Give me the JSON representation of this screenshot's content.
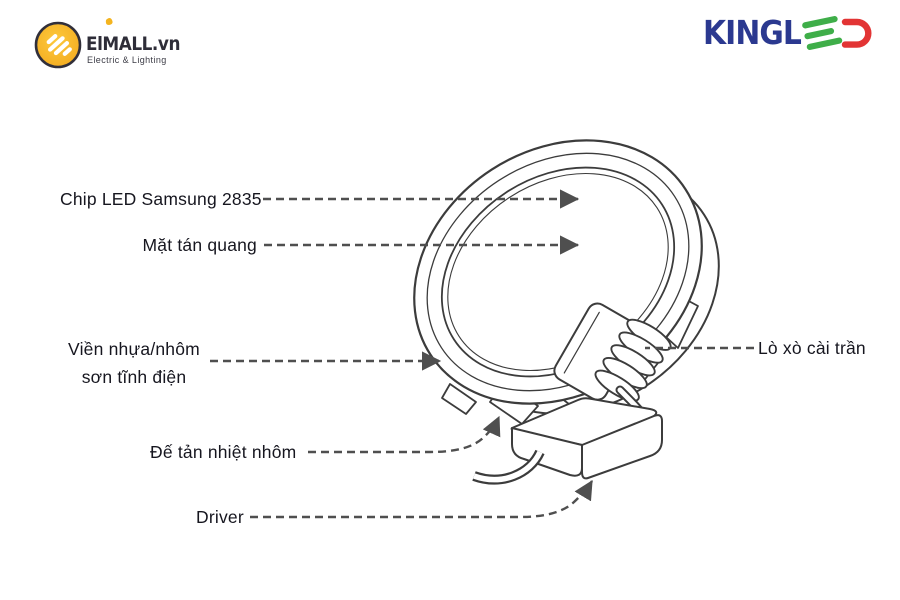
{
  "background": "#ffffff",
  "elmall_logo": {
    "wordmark": "ElMALL.vn",
    "tagline": "Electric & Lighting",
    "circle_fill": "#f9b31c",
    "circle_stroke": "#312f3a",
    "text_color": "#2e2d38",
    "tagline_color": "#3c3c46",
    "spark_color": "#f4b41f"
  },
  "kingled_logo": {
    "part_blue": "KINGL",
    "part_green": "E",
    "part_red": "D",
    "blue": "#2b3990",
    "green": "#3fae49",
    "red": "#e23434"
  },
  "diagram": {
    "line_color": "#3c3c3c",
    "leader_color": "#4f4f4f",
    "label_color": "#16161f",
    "labels": {
      "chip_led": "Chip LED Samsung 2835",
      "mat_tan_quang": "Mặt tán quang",
      "vien_line1": "Viền nhựa/nhôm",
      "vien_line2": "sơn tĩnh điện",
      "lo_xo": "Lò xò cài trần",
      "de_tan_nhiet": "Đế tản nhiệt nhôm",
      "driver": "Driver"
    }
  }
}
